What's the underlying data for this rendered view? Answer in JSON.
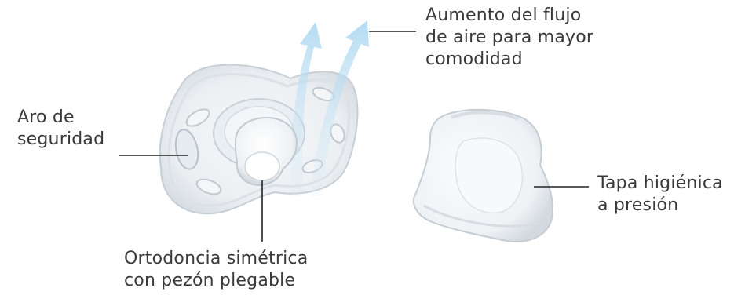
{
  "callouts": {
    "airflow": [
      "Aumento del flujo",
      "de aire para mayor",
      "comodidad"
    ],
    "ring": [
      "Aro de",
      "seguridad"
    ],
    "nipple": [
      "Ortodoncia simétrica",
      "con pezón plegable"
    ],
    "cap": [
      "Tapa higiénica",
      "a presión"
    ]
  },
  "colors": {
    "text": "#3a3a3a",
    "leader": "#222222",
    "plastic": "#dfe5ea",
    "airflow_arrow": "#bfe0f2"
  },
  "icons": {
    "pacifier": "pacifier-illustration",
    "cap": "hygienic-cap-illustration",
    "arrows": "airflow-arrows"
  }
}
